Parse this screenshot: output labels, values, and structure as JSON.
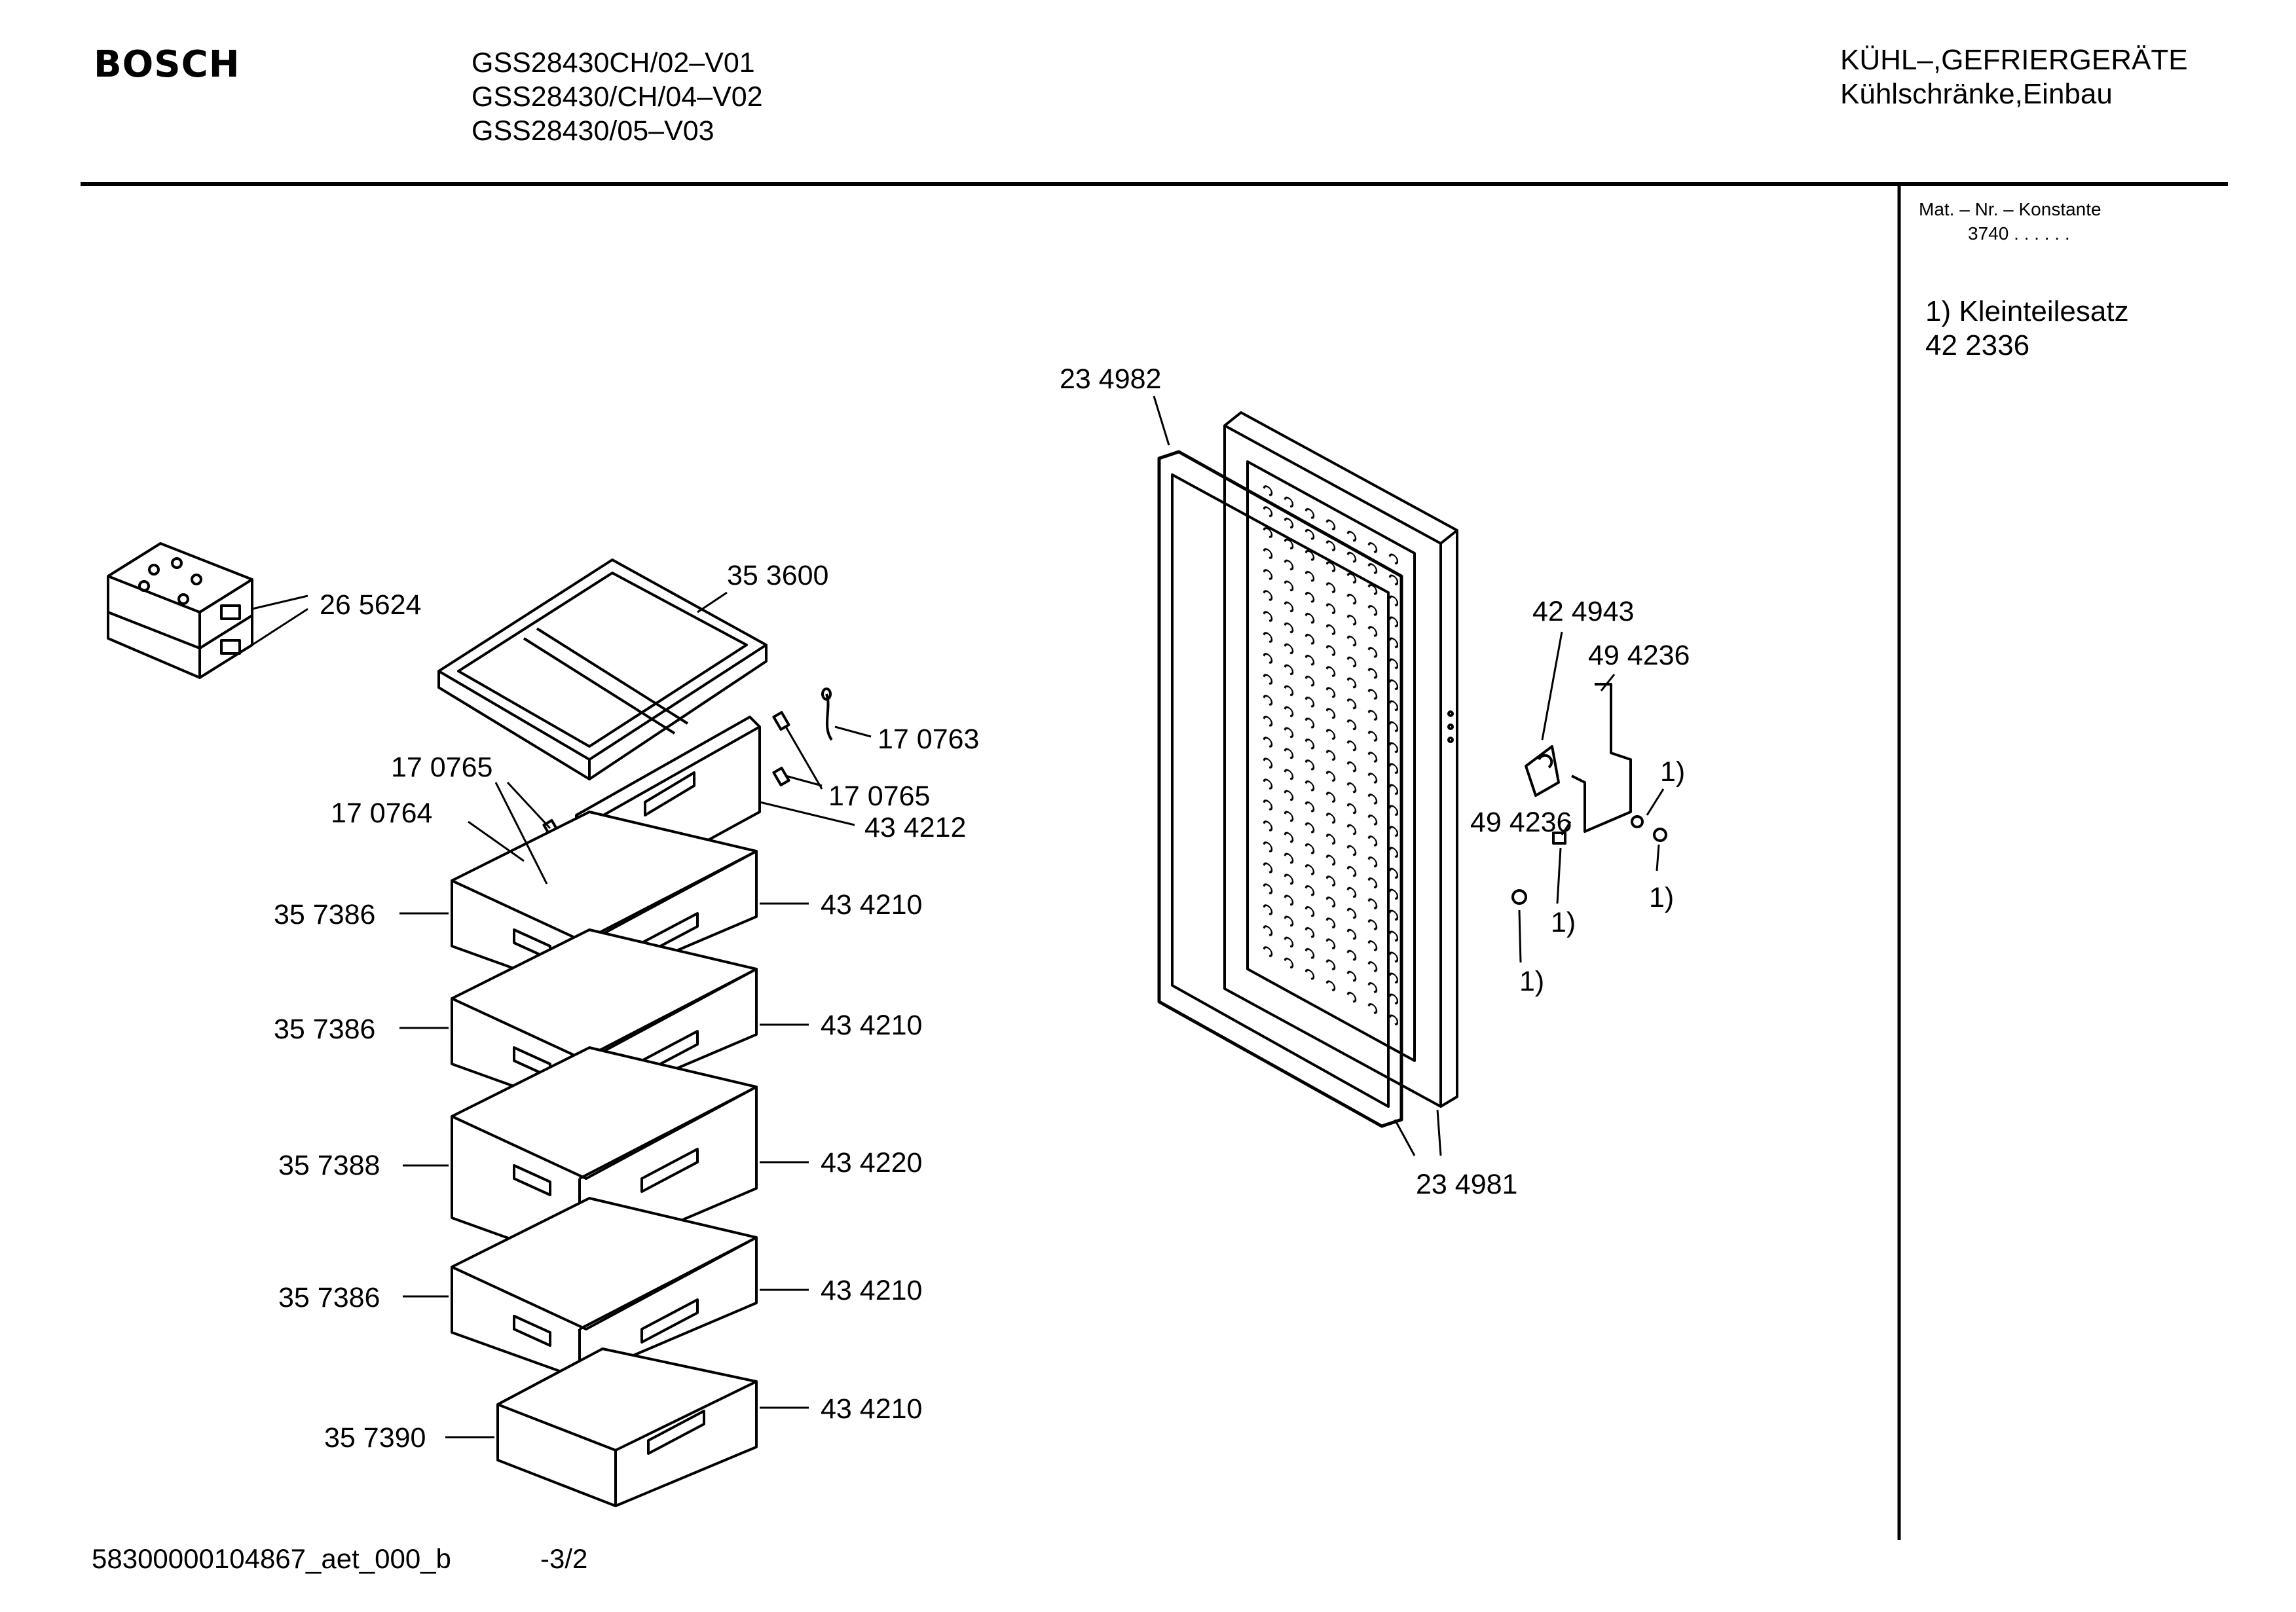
{
  "header": {
    "brand": "BOSCH",
    "models": [
      "GSS28430CH/02–V01",
      "GSS28430/CH/04–V02",
      "GSS28430/05–V03"
    ],
    "category_line1": "KÜHL–,GEFRIERGERÄTE",
    "category_line2": "Kühlschränke,Einbau"
  },
  "side_panel": {
    "mat_label": "Mat. – Nr. – Konstante",
    "mat_value": "3740  .  .    .  .  .  .",
    "note_line1": "1) Kleinteilesatz",
    "note_line2": "42 2336"
  },
  "part_labels": {
    "p_234982": "23 4982",
    "p_353600": "35 3600",
    "p_265624": "26 5624",
    "p_170763": "17 0763",
    "p_170765_right": "17 0765",
    "p_170765_left": "17 0765",
    "p_170764": "17 0764",
    "p_434212": "43 4212",
    "p_357386_a": "35 7386",
    "p_434210_a": "43 4210",
    "p_357386_b": "35 7386",
    "p_434210_b": "43 4210",
    "p_357388": "35 7388",
    "p_434220": "43 4220",
    "p_357386_c": "35 7386",
    "p_434210_c": "43 4210",
    "p_357390": "35 7390",
    "p_434210_d": "43 4210",
    "p_424943": "42 4943",
    "p_494236_top": "49 4236",
    "p_494236_mid": "49 4236",
    "p_234981": "23 4981",
    "fn_a": "1)",
    "fn_b": "1)",
    "fn_c": "1)",
    "fn_d": "1)"
  },
  "footer": {
    "doc_id": "58300000104867_aet_000_b",
    "page": "-3/2"
  }
}
